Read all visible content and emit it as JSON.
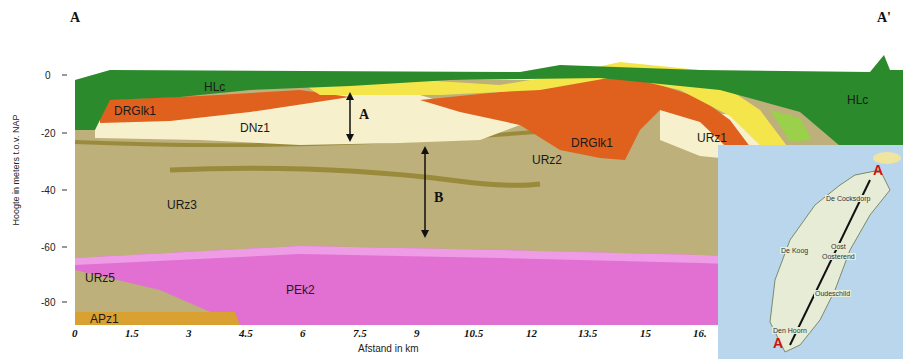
{
  "diagram": {
    "labels": [
      "A",
      "A'",
      "HLc",
      "DRGlk1",
      "DNz1",
      "A",
      "DRGlk1",
      "URz1",
      "HLc",
      "URz2",
      "URz3",
      "B",
      "URz5",
      "PEk2",
      "APz1",
      "Hoogte in meters t.o.v. NAP",
      "0",
      "-20",
      "-40",
      "-60",
      "-80",
      "0",
      "1.5",
      "3",
      "4.5",
      "6",
      "7.5",
      "9",
      "10.5",
      "12",
      "13.5",
      "15",
      "16.",
      "Afstand in km",
      "A",
      "De Cocksdorp",
      "De Koog",
      "Oost",
      "Oosterend",
      "Oudeschild",
      "Den Hoorn",
      "A"
    ]
  }
}
